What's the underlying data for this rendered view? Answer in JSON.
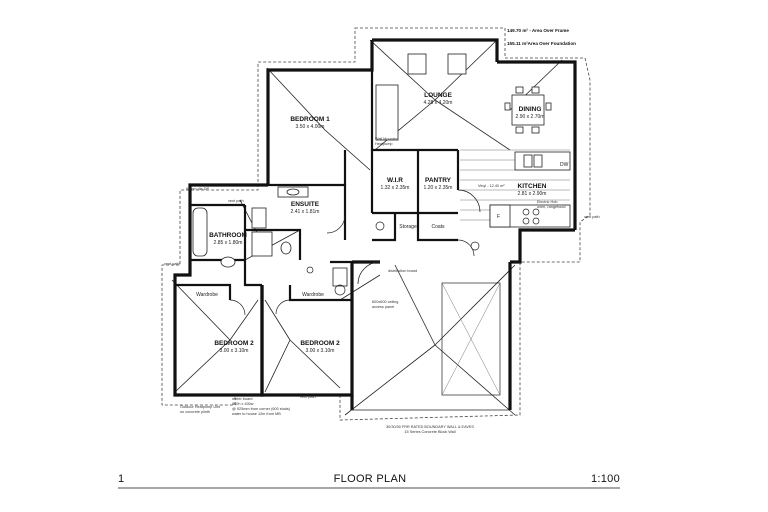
{
  "areas": {
    "frame": "149.70 m² - Area Over Frame",
    "foundation": "155.11 m²Area Over Foundation"
  },
  "rooms": {
    "lounge": {
      "name": "LOUNGE",
      "dim": "4.28 x 4.20m"
    },
    "dining": {
      "name": "DINING",
      "dim": "2.90 x 2.70m"
    },
    "kitchen": {
      "name": "KITCHEN",
      "dim": "2.81 x 2.90m"
    },
    "bedroom1": {
      "name": "BEDROOM 1",
      "dim": "3.50 x 4.00m"
    },
    "bedroom2a": {
      "name": "BEDROOM 2",
      "dim": "3.00 x 3.10m"
    },
    "bedroom2b": {
      "name": "BEDROOM 2",
      "dim": "3.00 x 3.10m"
    },
    "ensuite": {
      "name": "ENSUITE",
      "dim": "2.41 x 1.81m"
    },
    "bathroom": {
      "name": "BATHROOM",
      "dim": "2.85 x 1.80m"
    },
    "wir": {
      "name": "W.I.R",
      "dim": "1.32 x 2.35m"
    },
    "pantry": {
      "name": "PANTRY",
      "dim": "1.20 x 2.35m"
    },
    "storage": {
      "name": "Storage"
    },
    "coats": {
      "name": "Coats"
    },
    "wardrobe1": {
      "name": "Wardrobe"
    },
    "wardrobe2": {
      "name": "Wardrobe"
    }
  },
  "notes": {
    "heatpump": [
      "Wall Mounted",
      "Heatpump"
    ],
    "vinyl": "Vinyl - 12.40 m²",
    "dw": "DW",
    "fridge": "F",
    "electric_hob": [
      "Electric Hob",
      "oven, rangehood"
    ],
    "vent_path": "vent path",
    "dp": "80mm dia DP",
    "distribution_board": "distribution board",
    "skylight": [
      "600x600 ceiling",
      "access panel"
    ],
    "boundary": [
      "30/30/30 FRR RATED BOUNDARY WALL & EAVES",
      "15 Series Concrete Block Wall"
    ],
    "outdoor_unit": [
      "Outdoor Heatpump Unit",
      "on concrete plinth"
    ],
    "meter": [
      "meter board",
      "800h x 400w",
      "@ 925mm from corner (600 studs)",
      "water to house 12m from MB"
    ]
  },
  "footer": {
    "number": "1",
    "title": "FLOOR PLAN",
    "scale": "1:100"
  }
}
